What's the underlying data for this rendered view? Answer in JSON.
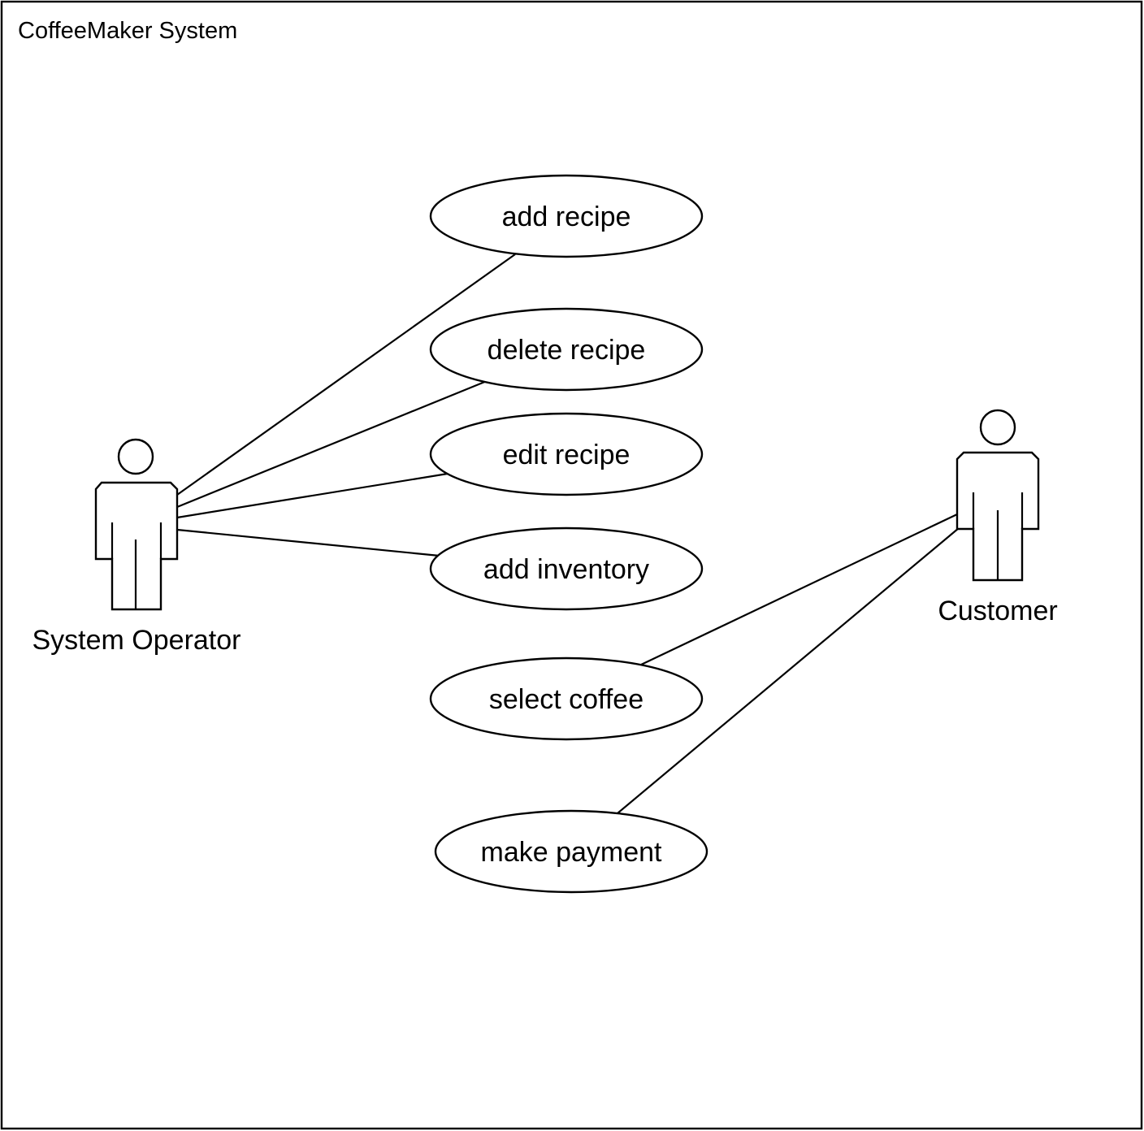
{
  "diagram": {
    "system_title": "CoffeeMaker System",
    "actors": [
      {
        "id": "system-operator",
        "label": "System Operator"
      },
      {
        "id": "customer",
        "label": "Customer"
      }
    ],
    "use_cases": [
      {
        "id": "add-recipe",
        "label": "add recipe"
      },
      {
        "id": "delete-recipe",
        "label": "delete recipe"
      },
      {
        "id": "edit-recipe",
        "label": "edit recipe"
      },
      {
        "id": "add-inventory",
        "label": "add inventory"
      },
      {
        "id": "select-coffee",
        "label": "select coffee"
      },
      {
        "id": "make-payment",
        "label": "make payment"
      }
    ],
    "associations": [
      {
        "actor": "system-operator",
        "use_case": "add-recipe"
      },
      {
        "actor": "system-operator",
        "use_case": "delete-recipe"
      },
      {
        "actor": "system-operator",
        "use_case": "edit-recipe"
      },
      {
        "actor": "system-operator",
        "use_case": "add-inventory"
      },
      {
        "actor": "customer",
        "use_case": "select-coffee"
      },
      {
        "actor": "customer",
        "use_case": "make-payment"
      }
    ]
  }
}
